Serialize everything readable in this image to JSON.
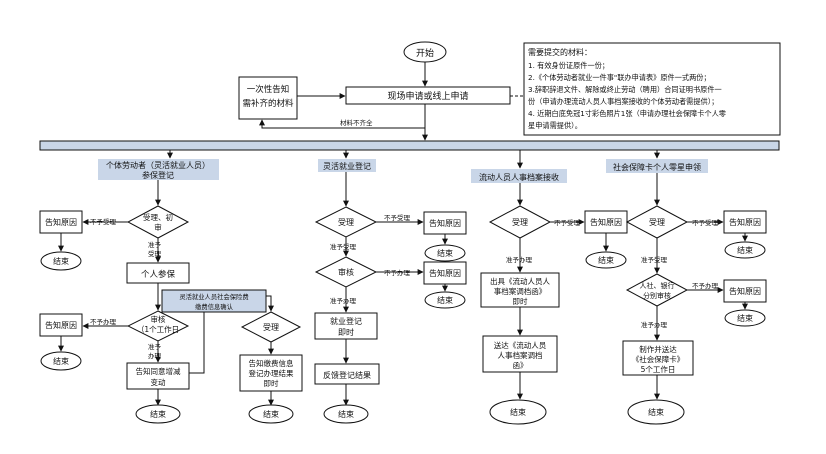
{
  "start": "开始",
  "apply": "现场申请或线上申请",
  "notify_once": [
    "一次性告知",
    "需补齐的材料"
  ],
  "incomplete": "材料不齐全",
  "materials": {
    "title": "需要提交的材料：",
    "items": [
      "1. 有效身份证原件一份；",
      "2.《个体劳动者就业一件事\"联办申请表》原件一式两份；",
      "3.辞职辞退文件、解除或终止劳动（聘用）合同证明书原件一",
      "份（申请办理流动人员人事档案接收的个体劳动者需提供）；",
      "4. 近期白底免冠1寸彩色照片1张（申请办理社会保障卡个人零",
      "星申请需提供）。"
    ]
  },
  "columns": {
    "c1": [
      "个体劳动者（灵活就业人员）",
      "参保登记"
    ],
    "c2": "灵活就业登记",
    "c3": "流动人员人事档案接收",
    "c4": "社会保障卡个人零星申领"
  },
  "labels": {
    "review_check": [
      "受理、初",
      "审"
    ],
    "accept": "受理",
    "review": "审核",
    "review_1day": [
      "审核",
      "（1个工作日"
    ],
    "insured": "个人参保",
    "notify_reason": "告知原因",
    "end": "结束",
    "not_accept": "不予受理",
    "not_handle": "不予办理",
    "grant_accept": [
      "准予",
      "受理"
    ],
    "grant_handle": [
      "准予",
      "办理"
    ],
    "grant_accept2": "准予受理",
    "grant_handle2": "准予办理",
    "notify_increase": [
      "告知同意增减",
      "变动"
    ],
    "flex_confirm": [
      "灵活就业人员社会保险费",
      "缴费信息确认"
    ],
    "notify_pay": [
      "告知缴费信息",
      "登记办理结果",
      "即时"
    ],
    "employ_reg": [
      "就业登记",
      "即时"
    ],
    "feedback": "反馈登记结果",
    "issue_letter": [
      "出具《流动人员人",
      "事档案调档函》",
      "即时"
    ],
    "deliver_letter": [
      "送达《流动人员",
      "人事档案调档",
      "函》"
    ],
    "bank_check": [
      "人社、银行",
      "分别审核"
    ],
    "make_card": [
      "制作并送达",
      "《社会保障卡》",
      "5个工作日"
    ]
  }
}
